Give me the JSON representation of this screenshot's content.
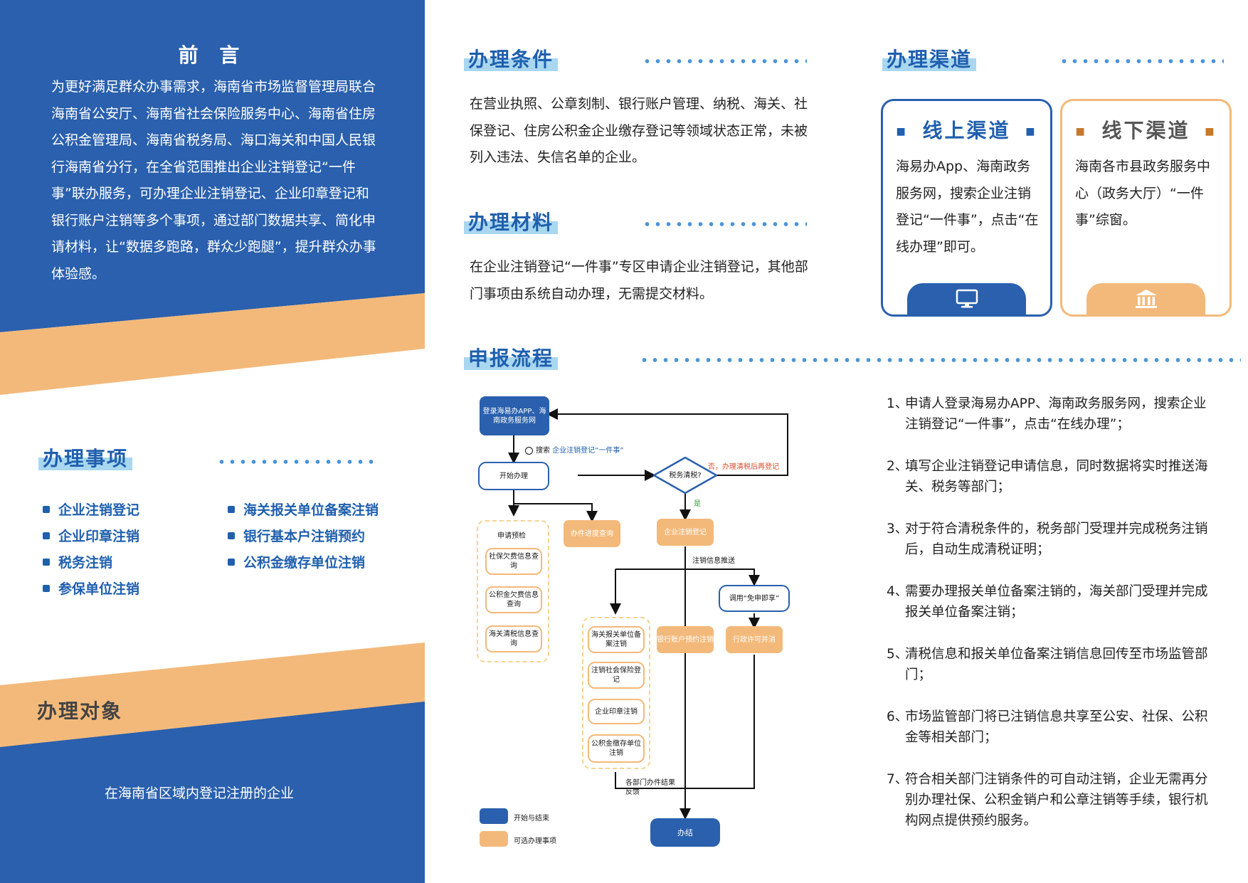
{
  "preface": {
    "title": "前 言",
    "body": "为更好满足群众办事需求，海南省市场监督管理局联合海南省公安厅、海南省社会保险服务中心、海南省住房公积金管理局、海南省税务局、海口海关和中国人民银行海南省分行，在全省范围推出企业注销登记“一件事”联办服务，可办理企业注销登记、企业印章登记和银行账户注销等多个事项，通过部门数据共享、简化申请材料，让“数据多跑路，群众少跑腿”，提升群众办事体验感。"
  },
  "matters": {
    "title": "办理事项",
    "col1": [
      "企业注销登记",
      "企业印章注销",
      "税务注销",
      "参保单位注销"
    ],
    "col2": [
      "海关报关单位备案注销",
      "银行基本户注销预约",
      "公积金缴存单位注销"
    ]
  },
  "target": {
    "title": "办理对象",
    "body": "在海南省区域内登记注册的企业"
  },
  "conditions": {
    "title": "办理条件",
    "body": "在营业执照、公章刻制、银行账户管理、纳税、海关、社保登记、住房公积金企业缴存登记等领域状态正常，未被列入违法、失信名单的企业。"
  },
  "materials": {
    "title": "办理材料",
    "body": "在企业注销登记“一件事”专区申请企业注销登记，其他部门事项由系统自动办理，无需提交材料。"
  },
  "channels": {
    "title": "办理渠道",
    "online": {
      "title": "线上渠道",
      "body": "海易办App、海南政务服务网，搜索企业注销登记“一件事”，点击“在线办理”即可。",
      "icon": "monitor-icon"
    },
    "offline": {
      "title": "线下渠道",
      "body": "海南各市县政务服务中心（政务大厅）“一件事”综窗。",
      "icon": "building-icon"
    }
  },
  "process": {
    "title": "申报流程",
    "flow": {
      "login": "登录海易办APP、海南政务服务网",
      "search": "搜索",
      "search_highlight": "企业注销登记“一件事”",
      "start": "开始办理",
      "tax_check": "税务清税?",
      "no_branch": "否，办理清税后再登记",
      "yes_branch": "是",
      "precheck": "申请预检",
      "pre1": "社保欠费信息查询",
      "pre2": "公积金欠费信息查询",
      "pre3": "海关清税信息查询",
      "progress": "办件进度查询",
      "register": "企业注销登记",
      "push": "注销信息推送",
      "mianshen": "调用“免申即享”",
      "opt1": "海关报关单位备案注销",
      "opt2": "注销社会保险登记",
      "opt3": "企业印章注销",
      "opt4": "公积金缴存单位注销",
      "bank": "银行账户预约注销",
      "license": "行政许可并消",
      "feedback": "各部门办件结果反馈",
      "done": "办结",
      "legend_start": "开始与结束",
      "legend_optional": "可选办理事项"
    },
    "steps": [
      {
        "num": "1、",
        "text": "申请人登录海易办APP、海南政务服务网，搜索企业注销登记“一件事”，点击“在线办理”；"
      },
      {
        "num": "2、",
        "text": "填写企业注销登记申请信息，同时数据将实时推送海关、税务等部门；"
      },
      {
        "num": "3、",
        "text": "对于符合清税条件的，税务部门受理并完成税务注销后，自动生成清税证明；"
      },
      {
        "num": "4、",
        "text": "需要办理报关单位备案注销的，海关部门受理并完成报关单位备案注销；"
      },
      {
        "num": "5、",
        "text": "清税信息和报关单位备案注销信息回传至市场监管部门；"
      },
      {
        "num": "6、",
        "text": "市场监管部门将已注销信息共享至公安、社保、公积金等相关部门；"
      },
      {
        "num": "7、",
        "text": "符合相关部门注销条件的可自动注销，企业无需再分别办理社保、公积金销户和公章注销等手续，银行机构网点提供预约服务。"
      }
    ]
  },
  "colors": {
    "brand_blue": "#2a60ad",
    "title_blue": "#1f5fae",
    "accent_orange": "#f3b97a",
    "highlight_cyan": "#a9d7f0"
  }
}
